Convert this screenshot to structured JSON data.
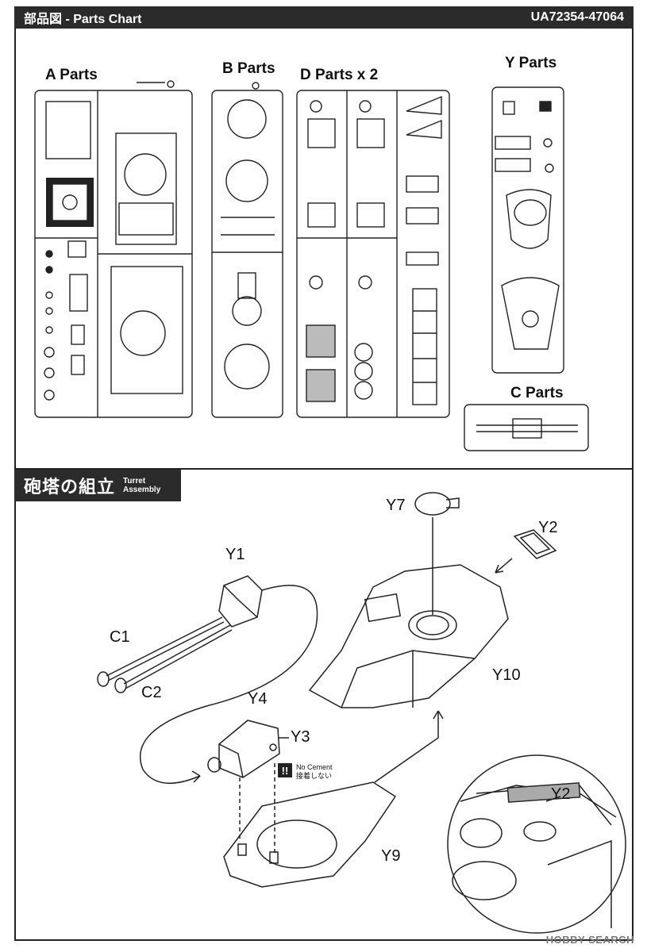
{
  "header": {
    "title": "部品図 - Parts Chart",
    "code": "UA72354-47064"
  },
  "parts_chart": {
    "a_label": "A Parts",
    "b_label": "B Parts",
    "d_label": "D Parts x 2",
    "y_label": "Y Parts",
    "c_label": "C Parts"
  },
  "assembly": {
    "title_jp": "砲塔の組立",
    "title_en_1": "Turret",
    "title_en_2": "Assembly",
    "parts": {
      "y7": "Y7",
      "y2": "Y2",
      "y1": "Y1",
      "c1": "C1",
      "c2": "C2",
      "y10": "Y10",
      "y4": "Y4",
      "y3": "Y3",
      "y9": "Y9",
      "y2_detail": "Y2"
    },
    "note": {
      "mark": "!!",
      "en": "No Cement",
      "jp": "接着しない"
    }
  },
  "watermark": "HOBBY SEARCH"
}
